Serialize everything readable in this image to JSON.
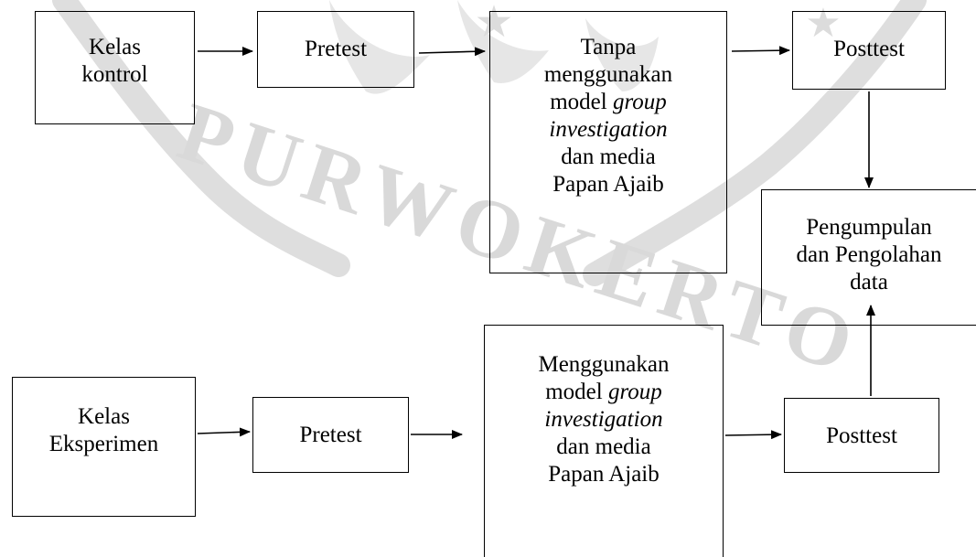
{
  "diagram": {
    "watermark_text": "PURWOKERTO",
    "colors": {
      "stroke": "#000000",
      "watermark": "#d9d9d9",
      "background": "#ffffff"
    },
    "nodes": {
      "kelas_kontrol": {
        "line1": "Kelas",
        "line2": "kontrol"
      },
      "pretest_kontrol": {
        "line1": "Pretest"
      },
      "tanpa_model": {
        "line1": "Tanpa",
        "line2": "menggunakan",
        "line3a": "model ",
        "line3b": "group",
        "line4": "investigation",
        "line5": "dan media",
        "line6": "Papan Ajaib"
      },
      "posttest_kontrol": {
        "line1": "Posttest"
      },
      "pengumpulan": {
        "line1": "Pengumpulan",
        "line2": "dan Pengolahan",
        "line3": "data"
      },
      "kelas_eksperimen": {
        "line1": "Kelas",
        "line2": "Eksperimen"
      },
      "pretest_eksperimen": {
        "line1": "Pretest"
      },
      "dengan_model": {
        "line1": "Menggunakan",
        "line2a": "model ",
        "line2b": "group",
        "line3": "investigation",
        "line4": "dan media",
        "line5": "Papan Ajaib"
      },
      "posttest_eksperimen": {
        "line1": "Posttest"
      }
    }
  }
}
